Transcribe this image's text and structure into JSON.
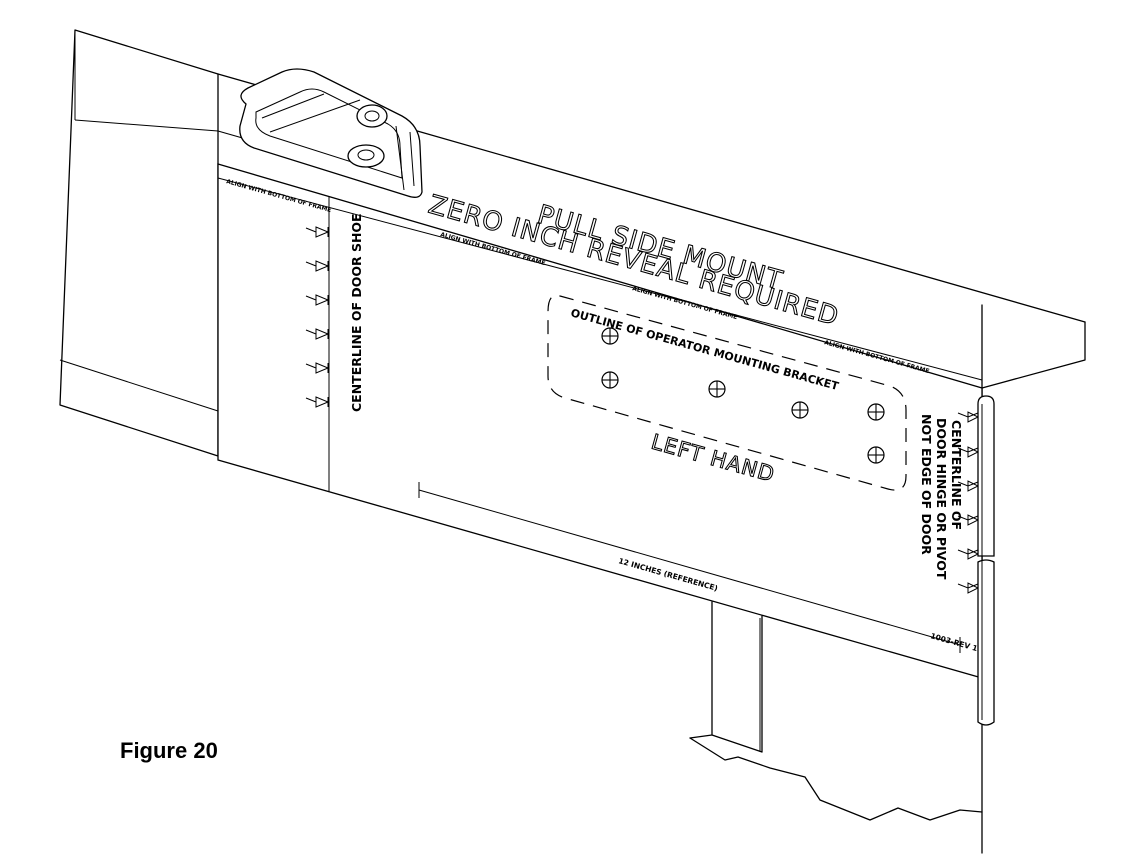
{
  "figure": {
    "caption": "Figure 20",
    "part_number": "1003-REV 1"
  },
  "template": {
    "title_line_1": "PULL SIDE MOUNT",
    "title_line_2": "ZERO INCH REVEAL REQUIRED",
    "align_label": "ALIGN WITH BOTTOM OF FRAME",
    "door_shoe_label": "CENTERLINE OF DOOR SHOE",
    "bracket_label": "OUTLINE OF OPERATOR MOUNTING BRACKET",
    "hand_label": "LEFT HAND",
    "hinge_label_1": "CENTERLINE OF",
    "hinge_label_2": "DOOR HINGE OR PIVOT",
    "hinge_label_3": "NOT EDGE OF DOOR",
    "scale_label": "12 INCHES (REFERENCE)"
  }
}
